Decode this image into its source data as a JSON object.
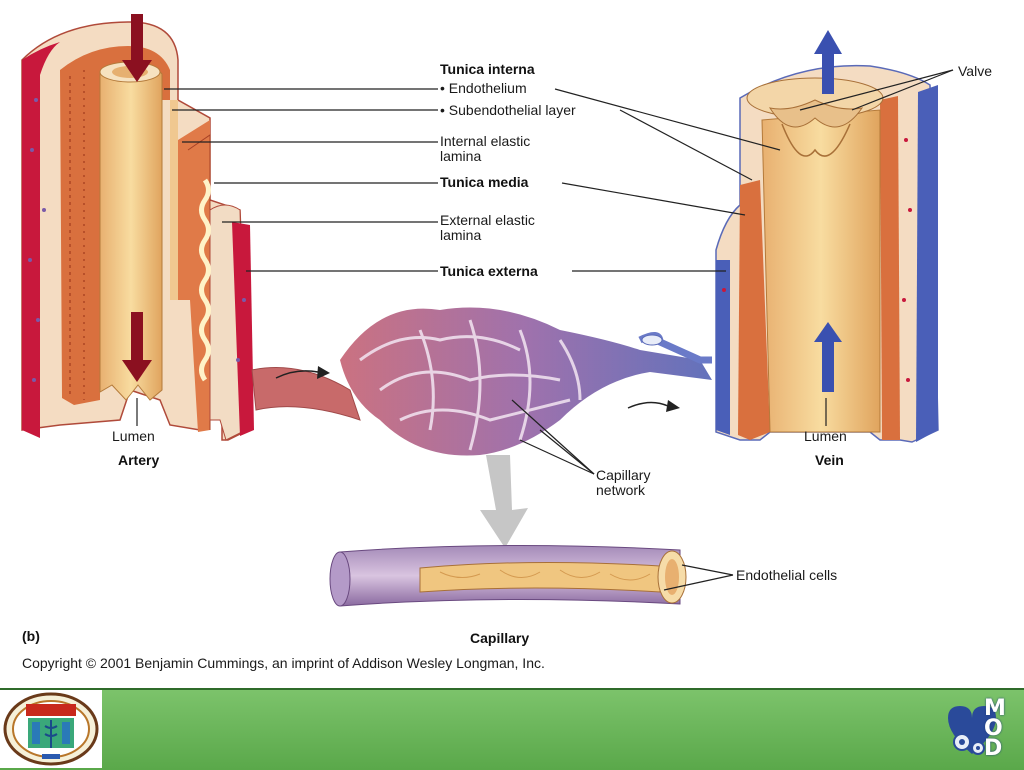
{
  "figure_label": "(b)",
  "copyright": "Copyright © 2001 Benjamin Cummings, an imprint of Addison Wesley Longman, Inc.",
  "labels": {
    "tunica_interna": "Tunica interna",
    "endothelium": "• Endothelium",
    "subendothelial": "• Subendothelial layer",
    "internal_elastic_1": "Internal elastic",
    "internal_elastic_2": "lamina",
    "tunica_media": "Tunica media",
    "external_elastic_1": "External elastic",
    "external_elastic_2": "lamina",
    "tunica_externa": "Tunica externa",
    "valve": "Valve",
    "lumen_artery": "Lumen",
    "artery": "Artery",
    "lumen_vein": "Lumen",
    "vein": "Vein",
    "capillary_network_1": "Capillary",
    "capillary_network_2": "network",
    "endothelial_cells": "Endothelial cells",
    "capillary": "Capillary"
  },
  "footer": {
    "mod_letters": [
      "M",
      "O",
      "D"
    ]
  },
  "colors": {
    "artery_red": "#c8183c",
    "vein_blue": "#4a5fb8",
    "media_orange": "#d9703e",
    "interna_tan": "#efc27a",
    "footer_green": "#6cb85a"
  }
}
